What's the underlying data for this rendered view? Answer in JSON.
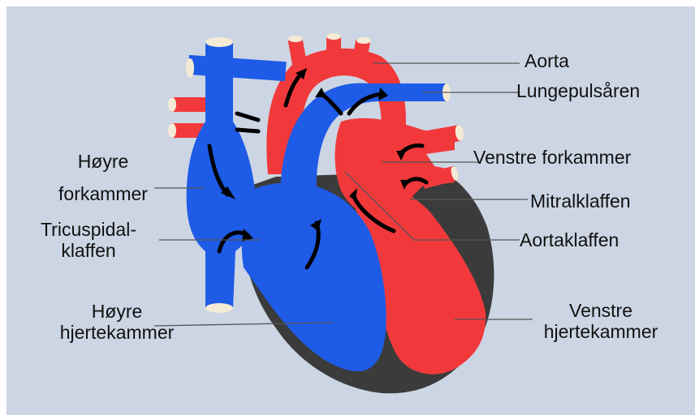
{
  "colors": {
    "background": "#ccd5e3",
    "oxygen_poor_blood": "#1e5be6",
    "oxygen_rich_blood": "#f1393b",
    "muscle_wall": "#3b3b3b",
    "vessel_opening": "#f3ebd5",
    "flow_arrows": "#000000",
    "leader_lines": "#555555"
  },
  "labels": {
    "aorta": "Aorta",
    "lungepulsaren": "Lungepulsåren",
    "hoyre_forkammer": [
      "Høyre",
      "forkammer"
    ],
    "venstre_forkammer": "Venstre forkammer",
    "mitralklaffen": "Mitralklaffen",
    "tricuspidalklaffen": [
      "Tricuspidal-",
      "klaffen"
    ],
    "aortaklaffen": "Aortaklaffen",
    "hoyre_hjertekammer": [
      "Høyre",
      "hjertekammer"
    ],
    "venstre_hjertekammer": [
      "Venstre",
      "hjertekammer"
    ]
  }
}
